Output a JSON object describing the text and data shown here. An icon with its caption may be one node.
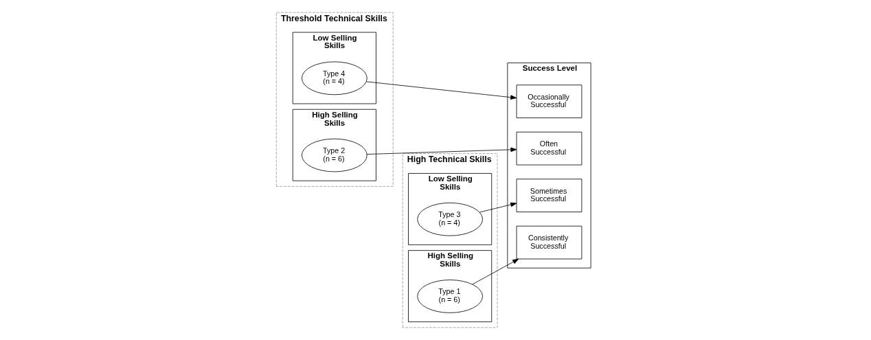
{
  "diagram": {
    "nodes": [
      {
        "text": [
          "Threshold Technical Skills"
        ]
      },
      {
        "text": [
          "Low Selling Skills"
        ],
        "in": 0
      },
      {
        "text": [
          "High Selling Skills"
        ],
        "in": 0
      },
      {
        "text": [
          "High Technical Skills"
        ]
      },
      {
        "text": [
          "Low Selling Skills"
        ],
        "in": 3
      },
      {
        "text": [
          "High Selling Skills"
        ],
        "in": 3
      },
      {
        "text": [
          "Success Level"
        ]
      },
      {
        "text": [
          "Type 1",
          "(n = 6)"
        ],
        "in": 5
      },
      {
        "text": [
          "Type 2",
          "(n = 6)"
        ],
        "in": 2
      },
      {
        "text": [
          "Type 3",
          "(n = 4)"
        ],
        "in": 4
      },
      {
        "text": [
          "Type 4",
          "(n = 4)"
        ],
        "in": 1
      },
      {
        "text": [
          "Consistently Successful"
        ],
        "in": 6
      },
      {
        "text": [
          "Often Successful"
        ],
        "in": 6
      },
      {
        "text": [
          "Sometimes Successful"
        ],
        "in": 6
      },
      {
        "text": [
          "Occasionally Successful"
        ],
        "in": 6
      }
    ],
    "edges": [
      {
        "from": 7,
        "to": 11,
        "arrow": "to"
      },
      {
        "from": 8,
        "to": 12,
        "arrow": "to"
      },
      {
        "from": 9,
        "to": 13,
        "arrow": "to"
      },
      {
        "from": 10,
        "to": 14,
        "arrow": "to"
      }
    ]
  }
}
